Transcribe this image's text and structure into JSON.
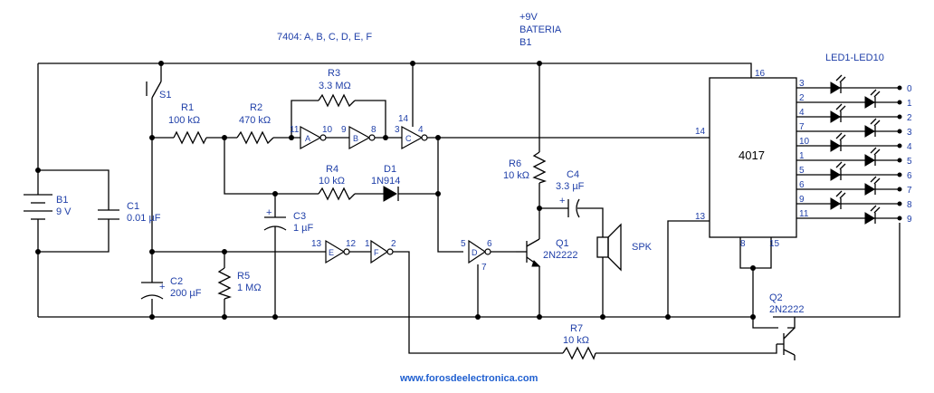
{
  "header": {
    "gates_note": "7404: A, B, C, D, E, F",
    "supply": [
      "+9V",
      "BATERIA",
      "B1"
    ]
  },
  "leds_label": "LED1-LED10",
  "footer": {
    "website": "www.forosdeelectronica.com"
  },
  "components": {
    "b1": [
      "B1",
      "9 V"
    ],
    "c1": [
      "C1",
      "0.01 µF"
    ],
    "s1": "S1",
    "c2": [
      "C2",
      "200 µF"
    ],
    "r1": [
      "R1",
      "100 kΩ"
    ],
    "r2": [
      "R2",
      "470 kΩ"
    ],
    "r3": [
      "R3",
      "3.3 MΩ"
    ],
    "r4": [
      "R4",
      "10 kΩ"
    ],
    "d1": [
      "D1",
      "1N914"
    ],
    "c3": [
      "C3",
      "1 µF"
    ],
    "r5": [
      "R5",
      "1 MΩ"
    ],
    "r6": [
      "R6",
      "10 kΩ"
    ],
    "c4": [
      "C4",
      "3.3 µF"
    ],
    "q1": [
      "Q1",
      "2N2222"
    ],
    "spk": "SPK",
    "r7": [
      "R7",
      "10 kΩ"
    ],
    "q2": [
      "Q2",
      "2N2222"
    ],
    "ic": "4017"
  },
  "gates": {
    "a": {
      "name": "A",
      "in": "11",
      "out": "10"
    },
    "b": {
      "name": "B",
      "in": "9",
      "out": "8"
    },
    "c": {
      "name": "C",
      "in": "3",
      "out": "4"
    },
    "d": {
      "name": "D",
      "in": "5",
      "out": "6",
      "extra": "7"
    },
    "e": {
      "name": "E",
      "in": "13",
      "out": "12"
    },
    "f": {
      "name": "F",
      "in": "1",
      "out": "2"
    },
    "c_vcc": "14"
  },
  "ic_pins": {
    "vcc": "16",
    "clk": "14",
    "en": "13",
    "gnd": "8",
    "rst": "15"
  },
  "outputs": [
    {
      "pin": "3",
      "num": "0"
    },
    {
      "pin": "2",
      "num": "1"
    },
    {
      "pin": "4",
      "num": "2"
    },
    {
      "pin": "7",
      "num": "3"
    },
    {
      "pin": "10",
      "num": "4"
    },
    {
      "pin": "1",
      "num": "5"
    },
    {
      "pin": "5",
      "num": "6"
    },
    {
      "pin": "6",
      "num": "7"
    },
    {
      "pin": "9",
      "num": "8"
    },
    {
      "pin": "11",
      "num": "9"
    }
  ]
}
